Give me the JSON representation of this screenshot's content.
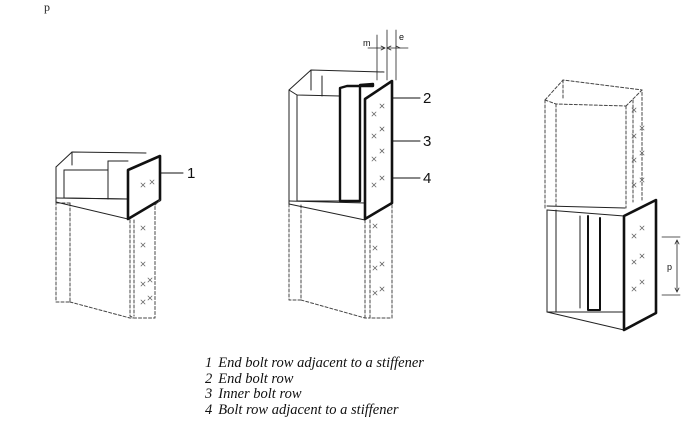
{
  "top_fragment": "p",
  "callouts": {
    "c1": "1",
    "c2": "2",
    "c3": "3",
    "c4": "4",
    "m": "m",
    "e": "e",
    "p": "p"
  },
  "legend": [
    {
      "number": "1",
      "text": "End bolt row adjacent to a stiffener"
    },
    {
      "number": "2",
      "text": "End bolt row"
    },
    {
      "number": "3",
      "text": "Inner bolt row"
    },
    {
      "number": "4",
      "text": "Bolt row adjacent to a stiffener"
    }
  ]
}
